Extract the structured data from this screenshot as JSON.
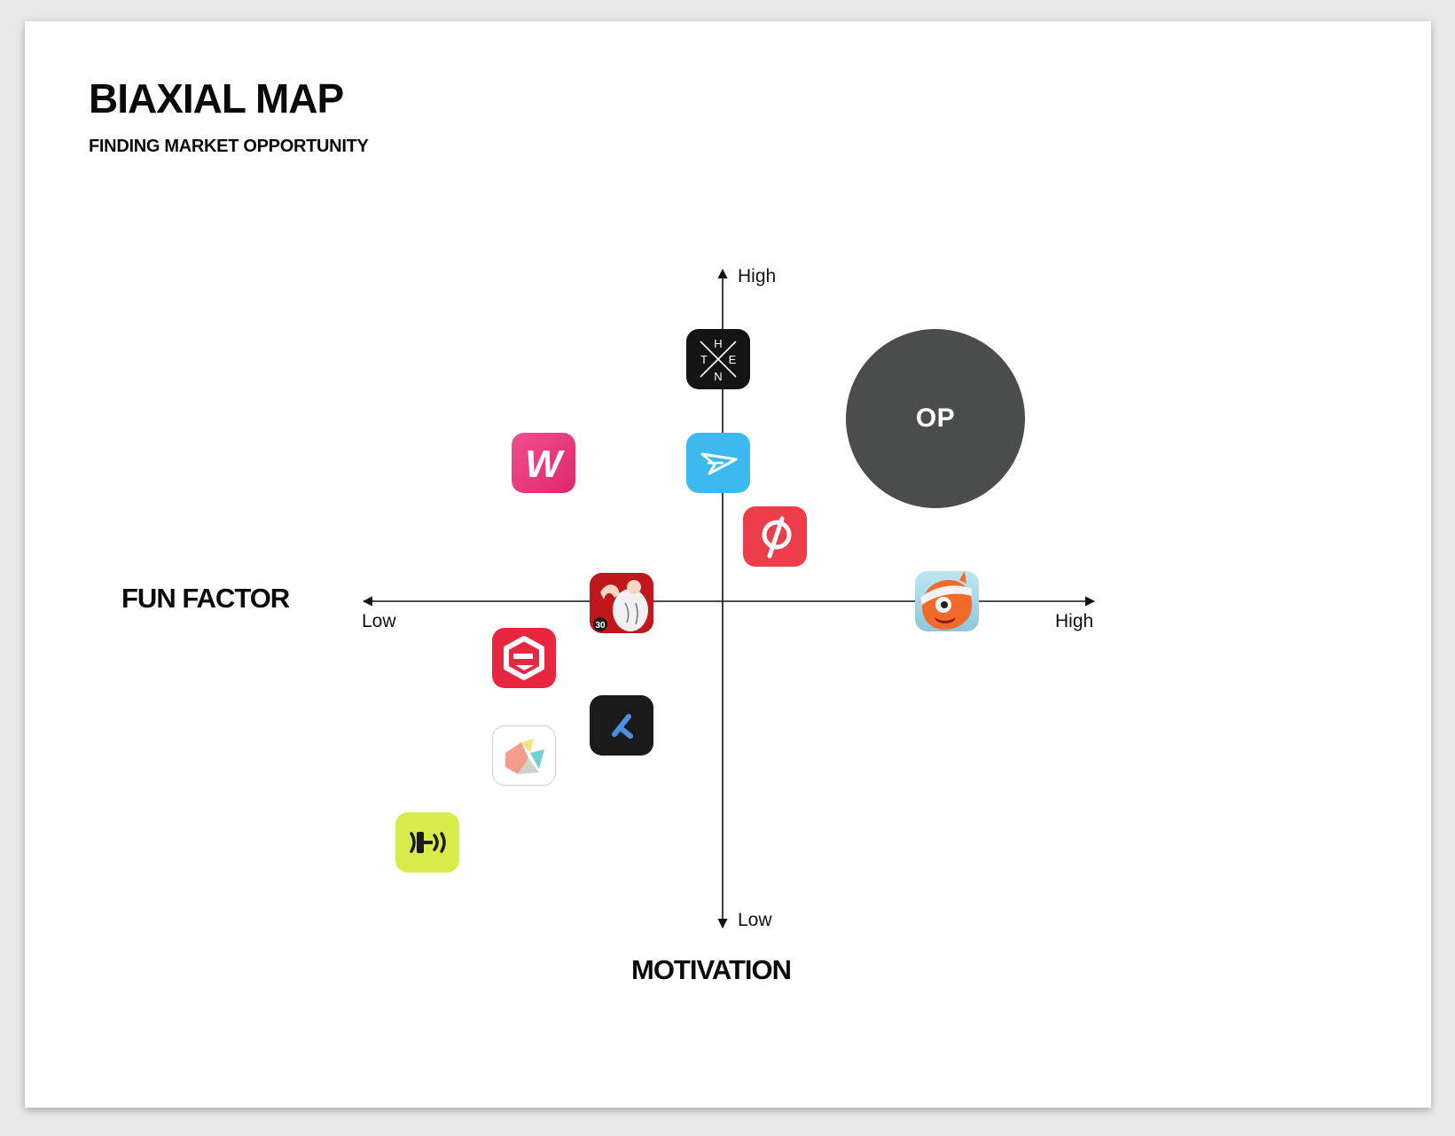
{
  "header": {
    "title": "BIAXIAL MAP",
    "subtitle": "FINDING MARKET OPPORTUNITY"
  },
  "axes": {
    "horizontal": {
      "name": "FUN FACTOR",
      "low_label": "Low",
      "high_label": "High"
    },
    "vertical": {
      "name": "MOTIVATION",
      "low_label": "Low",
      "high_label": "High"
    }
  },
  "opportunity": {
    "label": "OP"
  },
  "apps": {
    "then": {
      "icon": "then-letters-icon",
      "letters": [
        "H",
        "T",
        "E",
        "N"
      ],
      "color": "#141414"
    },
    "workout_w": {
      "icon": "w-letter-icon",
      "letter": "W",
      "color": "#e8337c"
    },
    "sworkit": {
      "icon": "paper-plane-icon",
      "color": "#3cb9ef"
    },
    "peloton": {
      "icon": "peloton-p-icon",
      "color": "#ee3d4a"
    },
    "home_workout": {
      "icon": "muscle-man-icon",
      "badge": "30",
      "color": "#c0161c"
    },
    "monster": {
      "icon": "orange-monster-icon",
      "color": "#f26a2a"
    },
    "fitbod": {
      "icon": "hexagon-f-icon",
      "color": "#e8263f"
    },
    "runtastic": {
      "icon": "slash-mark-icon",
      "color": "#1b1b1b"
    },
    "shapes": {
      "icon": "colored-shapes-icon",
      "color": "#ffffff"
    },
    "dumbbell": {
      "icon": "dumbbell-icon",
      "color": "#d7ec4a"
    }
  }
}
